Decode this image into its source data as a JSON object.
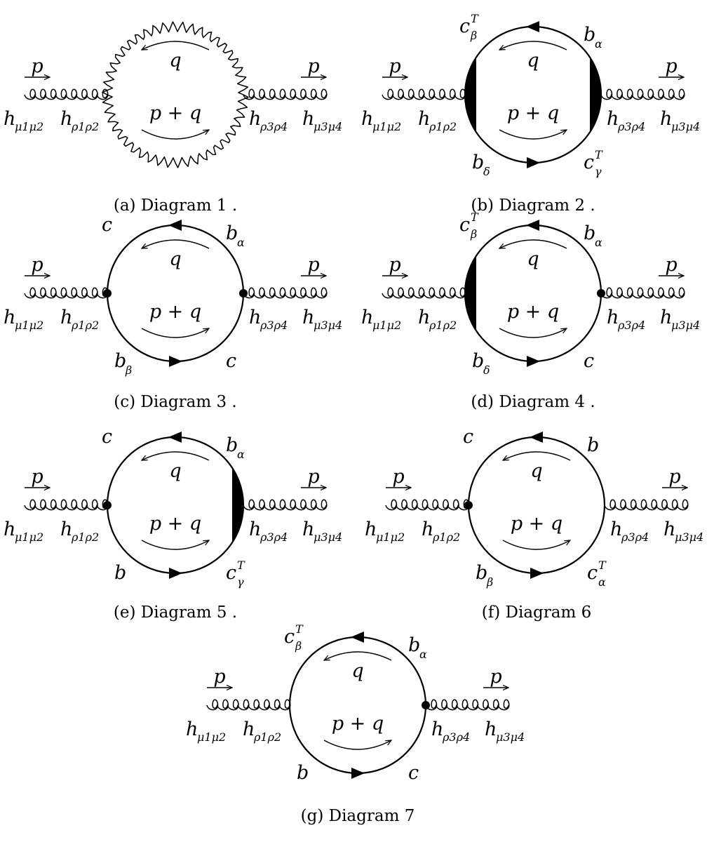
{
  "diagrams": [
    {
      "id": "a",
      "caption": "(a) Diagram 1 .",
      "left": "c",
      "right": "c",
      "hasVertex": false,
      "blob": null,
      "labels": {
        "ext_p_left": "p",
        "ext_p_right": "p",
        "h_ext_left": "h",
        "h_ext_left_sub": "μ1μ2",
        "h_int_left": "h",
        "h_int_left_sub": "ρ1ρ2",
        "h_int_right": "h",
        "h_int_right_sub": "ρ3ρ4",
        "h_ext_right": "h",
        "h_ext_right_sub": "μ3μ4",
        "loop_top": "q",
        "loop_bottom": "p + q",
        "tl": "",
        "tl_sup": "",
        "tl_sub": "",
        "tr": "",
        "tr_sub": "",
        "bl": "",
        "bl_sub": "",
        "br": "",
        "br_sup": "",
        "br_sub": ""
      },
      "gluonLoop": true
    },
    {
      "id": "b",
      "caption": "(b) Diagram 2 .",
      "blob": "both",
      "vertexLeft": false,
      "vertexRight": false,
      "labels": {
        "ext_p_left": "p",
        "ext_p_right": "p",
        "h_ext_left": "h",
        "h_ext_left_sub": "μ1μ2",
        "h_int_left": "h",
        "h_int_left_sub": "ρ1ρ2",
        "h_int_right": "h",
        "h_int_right_sub": "ρ3ρ4",
        "h_ext_right": "h",
        "h_ext_right_sub": "μ3μ4",
        "loop_top": "q",
        "loop_bottom": "p + q",
        "tl": "c",
        "tl_sup": "T",
        "tl_sub": "β",
        "tr": "b",
        "tr_sub": "α",
        "bl": "b",
        "bl_sub": "δ",
        "br": "c",
        "br_sup": "T",
        "br_sub": "γ"
      },
      "gluonLoop": false
    },
    {
      "id": "c",
      "caption": "(c) Diagram 3 .",
      "blob": null,
      "vertexLeft": true,
      "vertexRight": true,
      "labels": {
        "ext_p_left": "p",
        "ext_p_right": "p",
        "h_ext_left": "h",
        "h_ext_left_sub": "μ1μ2",
        "h_int_left": "h",
        "h_int_left_sub": "ρ1ρ2",
        "h_int_right": "h",
        "h_int_right_sub": "ρ3ρ4",
        "h_ext_right": "h",
        "h_ext_right_sub": "μ3μ4",
        "loop_top": "q",
        "loop_bottom": "p + q",
        "tl": "c",
        "tl_sup": "",
        "tl_sub": "",
        "tr": "b",
        "tr_sub": "α",
        "bl": "b",
        "bl_sub": "β",
        "br": "c",
        "br_sup": "",
        "br_sub": ""
      },
      "gluonLoop": false
    },
    {
      "id": "d",
      "caption": "(d) Diagram 4 .",
      "blob": "left",
      "vertexLeft": false,
      "vertexRight": true,
      "labels": {
        "ext_p_left": "p",
        "ext_p_right": "p",
        "h_ext_left": "h",
        "h_ext_left_sub": "μ1μ2",
        "h_int_left": "h",
        "h_int_left_sub": "ρ1ρ2",
        "h_int_right": "h",
        "h_int_right_sub": "ρ3ρ4",
        "h_ext_right": "h",
        "h_ext_right_sub": "μ3μ4",
        "loop_top": "q",
        "loop_bottom": "p + q",
        "tl": "c",
        "tl_sup": "T",
        "tl_sub": "β",
        "tr": "b",
        "tr_sub": "α",
        "bl": "b",
        "bl_sub": "δ",
        "br": "c",
        "br_sup": "",
        "br_sub": ""
      },
      "gluonLoop": false
    },
    {
      "id": "e",
      "caption": "(e) Diagram 5 .",
      "blob": "right",
      "vertexLeft": true,
      "vertexRight": false,
      "labels": {
        "ext_p_left": "p",
        "ext_p_right": "p",
        "h_ext_left": "h",
        "h_ext_left_sub": "μ1μ2",
        "h_int_left": "h",
        "h_int_left_sub": "ρ1ρ2",
        "h_int_right": "h",
        "h_int_right_sub": "ρ3ρ4",
        "h_ext_right": "h",
        "h_ext_right_sub": "μ3μ4",
        "loop_top": "q",
        "loop_bottom": "p + q",
        "tl": "c",
        "tl_sup": "",
        "tl_sub": "",
        "tr": "b",
        "tr_sub": "α",
        "bl": "b",
        "bl_sub": "",
        "br": "c",
        "br_sup": "T",
        "br_sub": "γ"
      },
      "gluonLoop": false
    },
    {
      "id": "f",
      "caption": "(f) Diagram 6",
      "blob": null,
      "vertexLeft": true,
      "vertexRight": false,
      "labels": {
        "ext_p_left": "p",
        "ext_p_right": "p",
        "h_ext_left": "h",
        "h_ext_left_sub": "μ1μ2",
        "h_int_left": "h",
        "h_int_left_sub": "ρ1ρ2",
        "h_int_right": "h",
        "h_int_right_sub": "ρ3ρ4",
        "h_ext_right": "h",
        "h_ext_right_sub": "μ3μ4",
        "loop_top": "q",
        "loop_bottom": "p + q",
        "tl": "c",
        "tl_sup": "",
        "tl_sub": "",
        "tr": "b",
        "tr_sub": "",
        "bl": "b",
        "bl_sub": "β",
        "br": "c",
        "br_sup": "T",
        "br_sub": "α"
      },
      "gluonLoop": false
    },
    {
      "id": "g",
      "caption": "(g) Diagram 7",
      "blob": null,
      "vertexLeft": false,
      "vertexRight": true,
      "labels": {
        "ext_p_left": "p",
        "ext_p_right": "p",
        "h_ext_left": "h",
        "h_ext_left_sub": "μ1μ2",
        "h_int_left": "h",
        "h_int_left_sub": "ρ1ρ2",
        "h_int_right": "h",
        "h_int_right_sub": "ρ3ρ4",
        "h_ext_right": "h",
        "h_ext_right_sub": "μ3μ4",
        "loop_top": "q",
        "loop_bottom": "p + q",
        "tl": "c",
        "tl_sup": "T",
        "tl_sub": "β",
        "tr": "b",
        "tr_sub": "α",
        "bl": "b",
        "bl_sub": "",
        "br": "c",
        "br_sup": "",
        "br_sub": ""
      },
      "gluonLoop": false
    }
  ]
}
